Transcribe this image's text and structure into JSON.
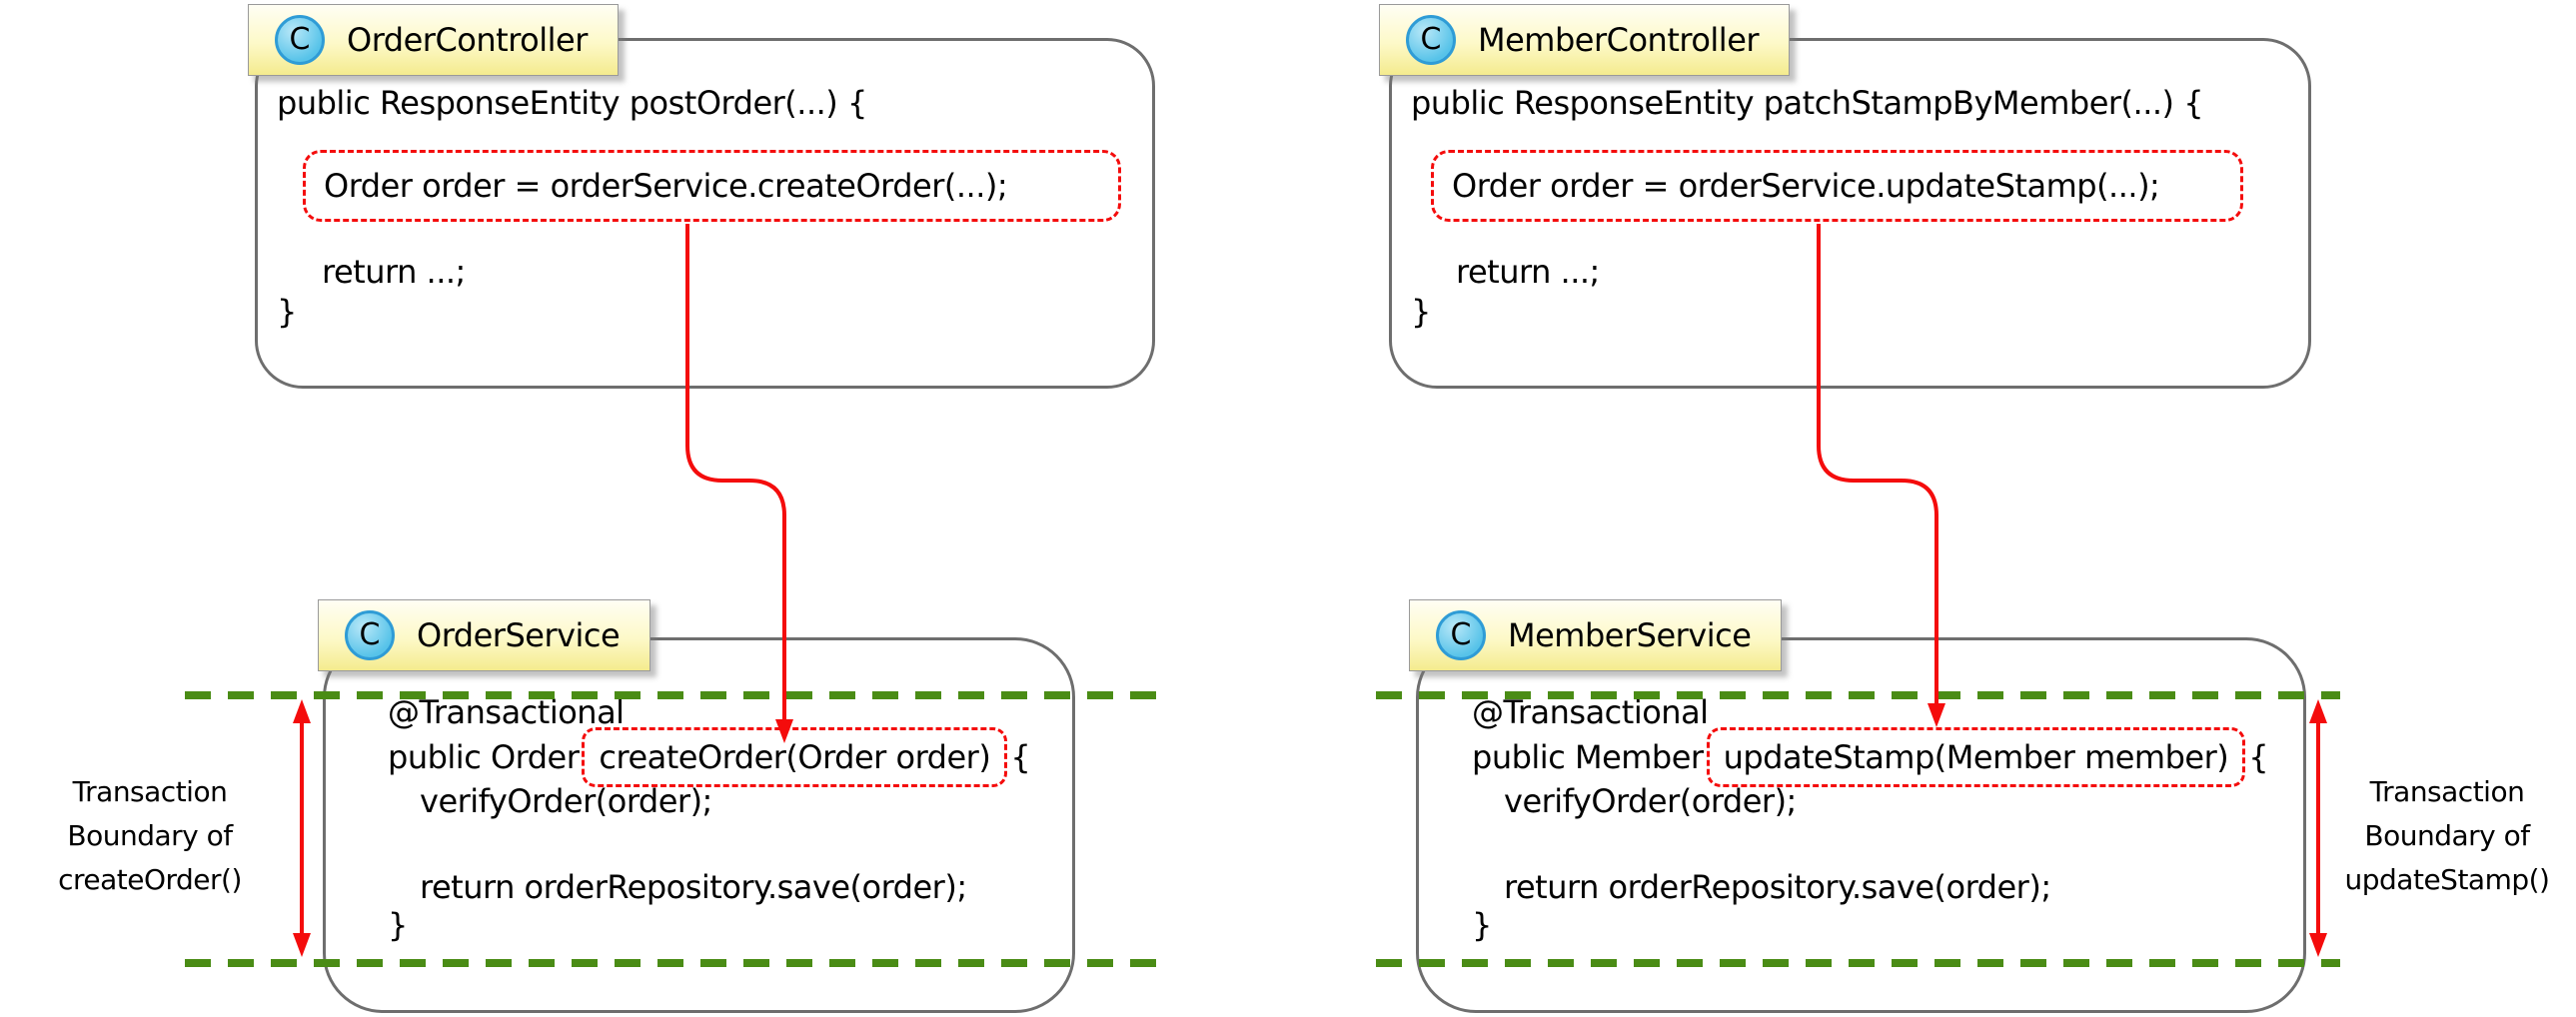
{
  "diagrams": [
    {
      "controller": {
        "stereotype": "C",
        "name": "OrderController",
        "line1": "public ResponseEntity postOrder(...) {",
        "highlighted_call": "Order order = orderService.createOrder(...);",
        "return_line": "return ...;",
        "close_brace": "}"
      },
      "service": {
        "stereotype": "C",
        "name": "OrderService",
        "annotation": "@Transactional",
        "sig_prefix": "public Order",
        "sig_highlight": "createOrder(Order order)",
        "sig_open": "{",
        "body_line": "verifyOrder(order);",
        "return_line": "return orderRepository.save(order);",
        "close_brace": "}"
      },
      "boundary": {
        "line1": "Transaction",
        "line2": "Boundary of",
        "line3": "createOrder()"
      }
    },
    {
      "controller": {
        "stereotype": "C",
        "name": "MemberController",
        "line1": "public ResponseEntity patchStampByMember(...) {",
        "highlighted_call": "Order order = orderService.updateStamp(...);",
        "return_line": "return ...;",
        "close_brace": "}"
      },
      "service": {
        "stereotype": "C",
        "name": "MemberService",
        "annotation": "@Transactional",
        "sig_prefix": "public Member",
        "sig_highlight": "updateStamp(Member member)",
        "sig_open": "{",
        "body_line": "verifyOrder(order);",
        "return_line": "return orderRepository.save(order);",
        "close_brace": "}"
      },
      "boundary": {
        "line1": "Transaction",
        "line2": "Boundary of",
        "line3": "updateStamp()"
      }
    }
  ],
  "colors": {
    "highlight_red": "#f40c0c",
    "boundary_green": "#4a8c15",
    "box_border_gray": "#6e6e6e",
    "badge_yellow": "#f4eb8e",
    "stereotype_blue": "#57c3e9"
  }
}
